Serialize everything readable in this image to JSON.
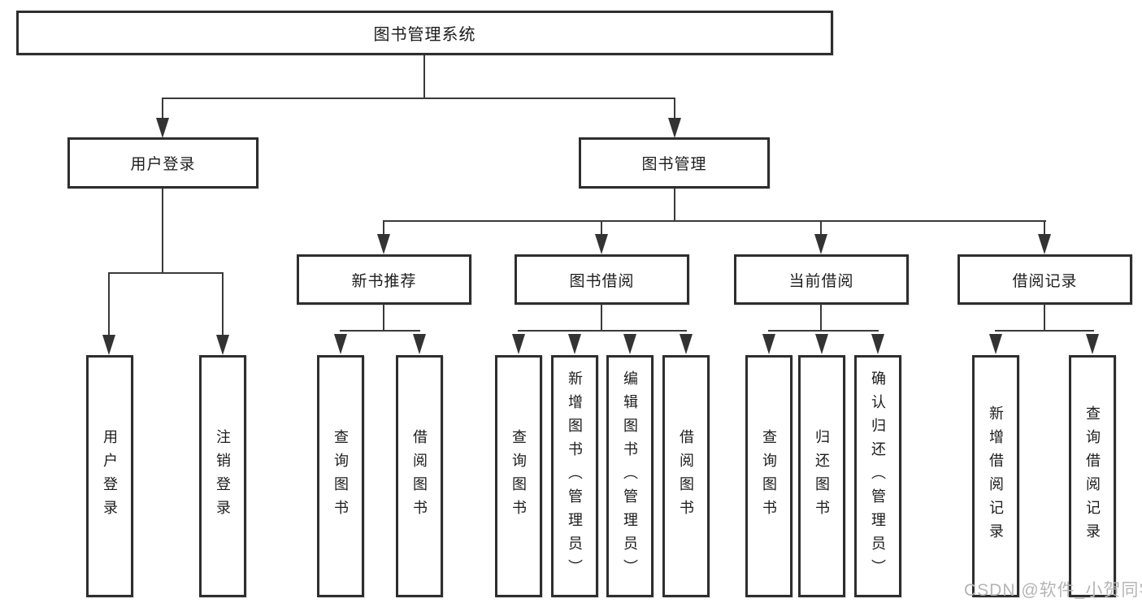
{
  "diagram": {
    "title_node": {
      "label": "图书管理系统"
    },
    "level2": [
      {
        "label": "用户登录"
      },
      {
        "label": "图书管理"
      }
    ],
    "level3": [
      {
        "label": "新书推荐"
      },
      {
        "label": "图书借阅"
      },
      {
        "label": "当前借阅"
      },
      {
        "label": "借阅记录"
      }
    ],
    "leaves": {
      "user_login": [
        {
          "label": "用户登录"
        },
        {
          "label": "注销登录"
        }
      ],
      "new_book": [
        {
          "label": "查询图书"
        },
        {
          "label": "借阅图书"
        }
      ],
      "book_borrow": [
        {
          "label": "查询图书"
        },
        {
          "label": "新增图书（管理员）"
        },
        {
          "label": "编辑图书（管理员）"
        },
        {
          "label": "借阅图书"
        }
      ],
      "current_borrow": [
        {
          "label": "查询图书"
        },
        {
          "label": "归还图书"
        },
        {
          "label": "确认归还（管理员）"
        }
      ],
      "borrow_record": [
        {
          "label": "新增借阅记录"
        },
        {
          "label": "查询借阅记录"
        }
      ]
    },
    "colors": {
      "line": "#3a3a3a",
      "box_border": "#2e2e2e",
      "box_fill": "#ffffff",
      "text": "#1c1c1c",
      "watermark": "#b5b5b5"
    },
    "watermark": "CSDN @软件_小贺同学"
  }
}
